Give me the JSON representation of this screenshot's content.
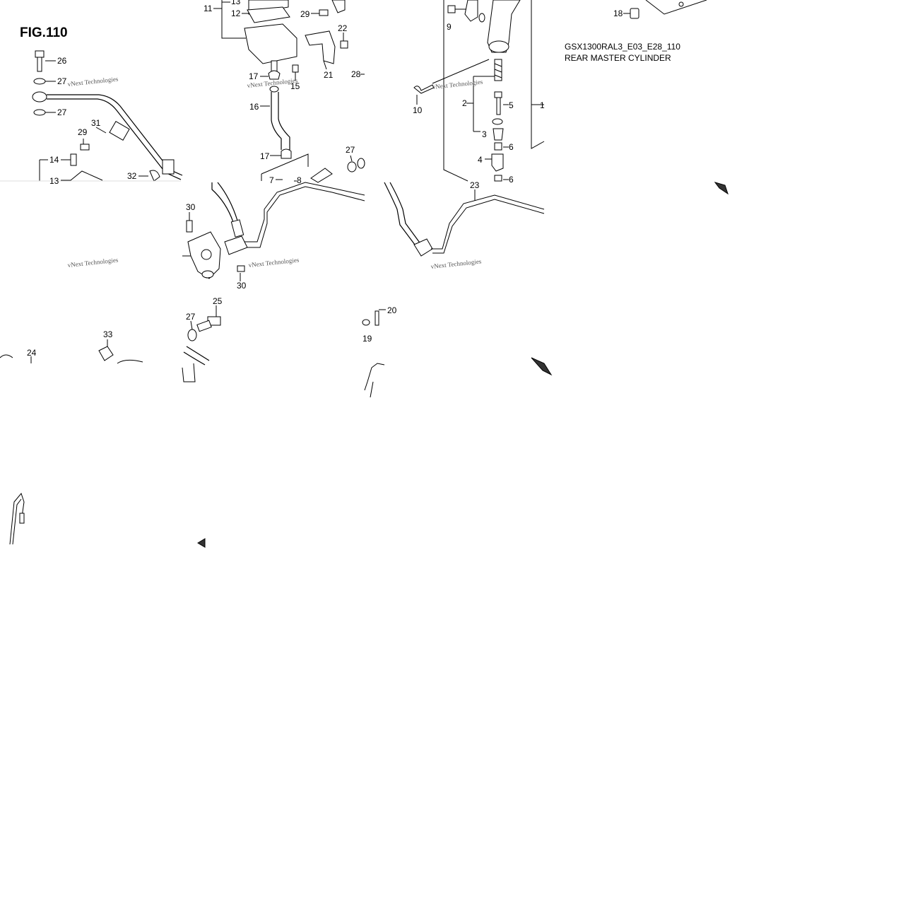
{
  "figure": {
    "title": "FIG.110",
    "code": "GSX1300RAL3_E03_E28_110",
    "name": "REAR MASTER CYLINDER"
  },
  "watermark": "vNext Technologies",
  "callouts": [
    "1",
    "2",
    "3",
    "4",
    "5",
    "6",
    "6",
    "7",
    "8",
    "9",
    "10",
    "11",
    "12",
    "13",
    "13",
    "14",
    "15",
    "16",
    "17",
    "17",
    "18",
    "19",
    "20",
    "21",
    "22",
    "23",
    "24",
    "25",
    "26",
    "27",
    "27",
    "27",
    "27",
    "28",
    "29",
    "29",
    "30",
    "30",
    "31",
    "32",
    "33"
  ]
}
